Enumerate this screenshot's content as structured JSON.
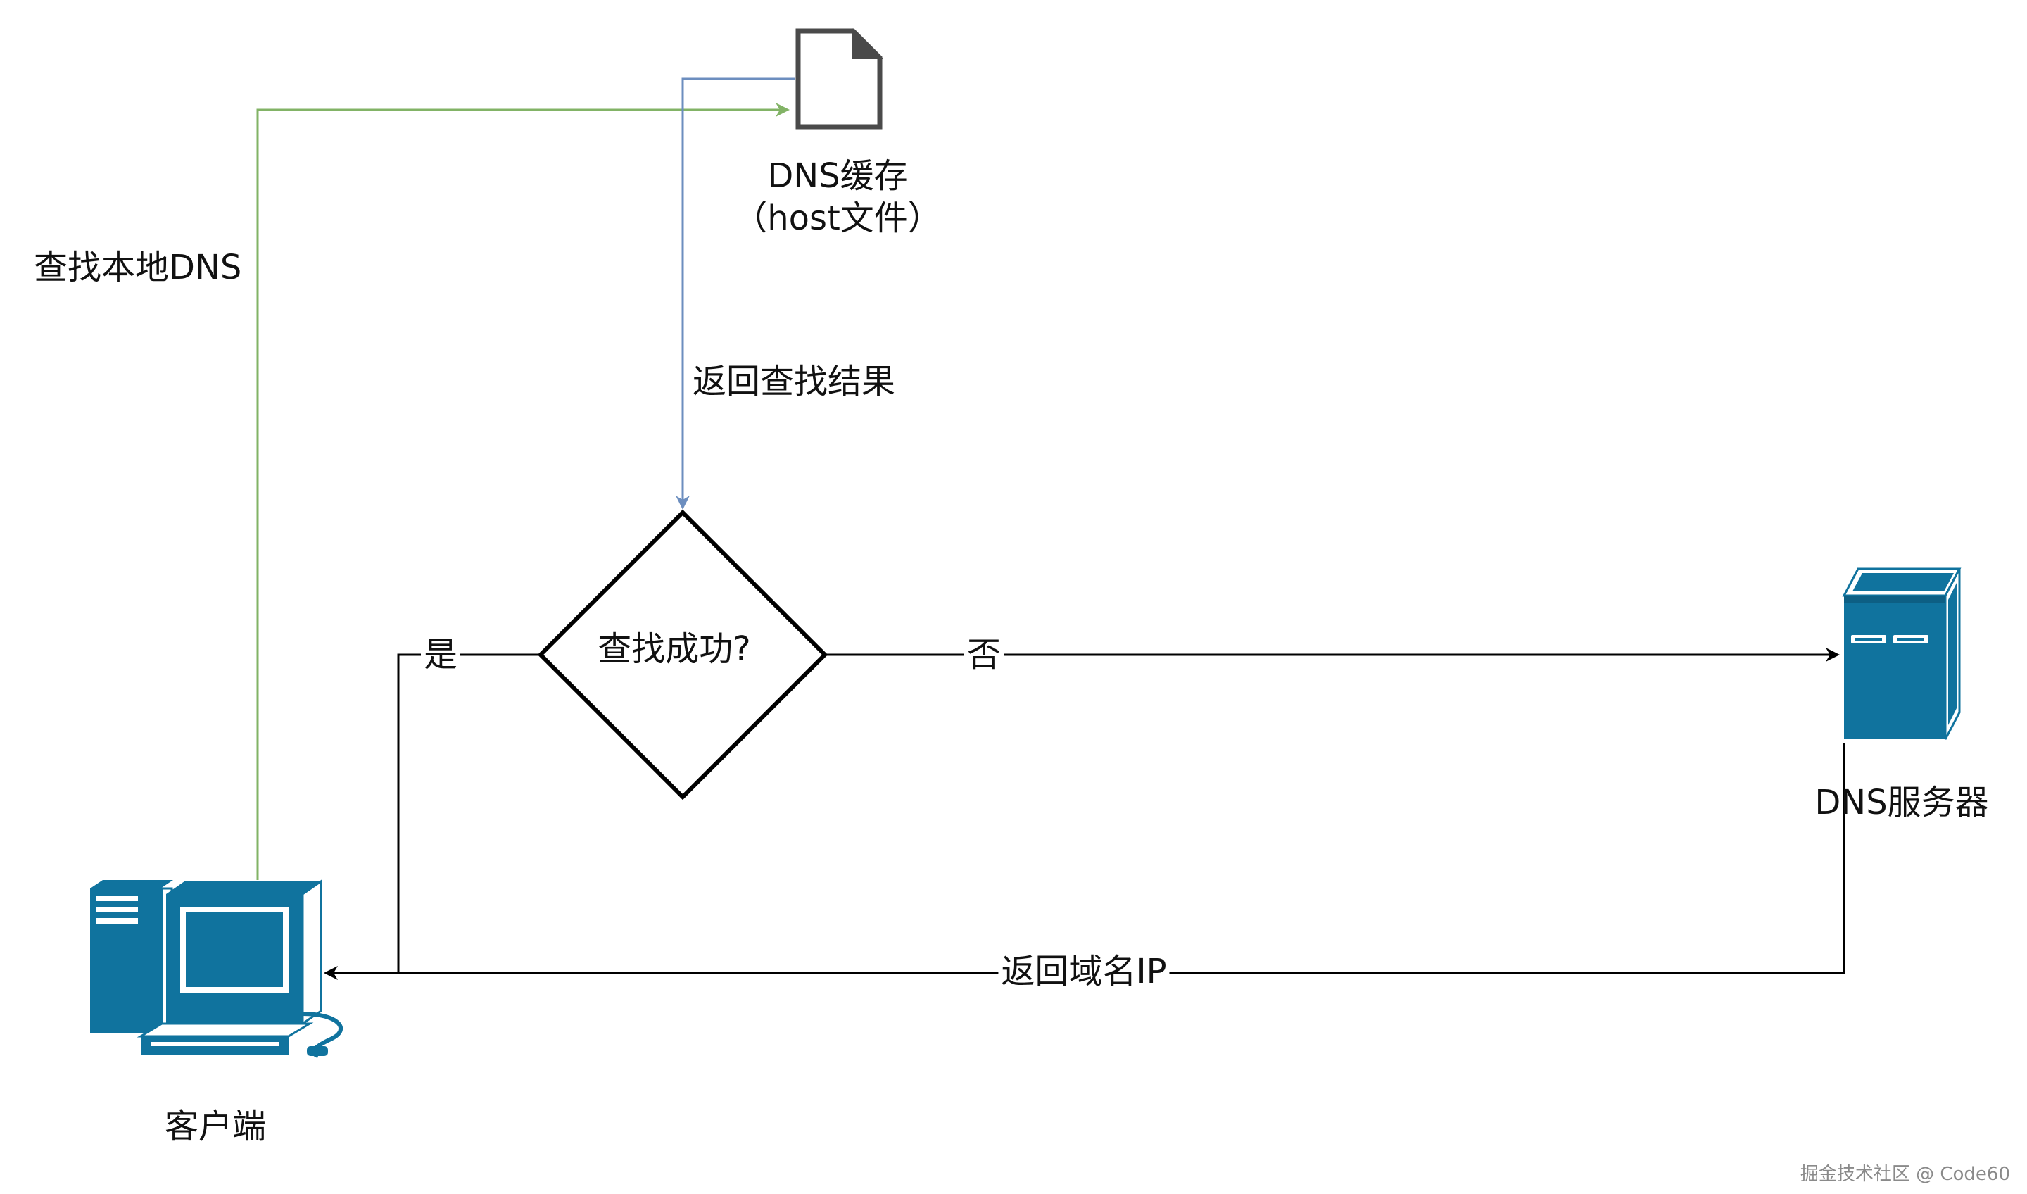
{
  "nodes": {
    "cache_file": {
      "title": "DNS缓存",
      "subtitle": "（host文件）"
    },
    "decision": {
      "label": "查找成功?"
    },
    "dns_server": {
      "label": "DNS服务器"
    },
    "client": {
      "label": "客户端"
    }
  },
  "edges": {
    "lookup_local": {
      "label": "查找本地DNS",
      "color": "#82B366"
    },
    "return_result": {
      "label": "返回查找结果",
      "color": "#6C8EBF"
    },
    "yes_branch": {
      "label": "是"
    },
    "no_branch": {
      "label": "否"
    },
    "return_ip": {
      "label": "返回域名IP"
    }
  },
  "colors": {
    "device_fill": "#10739E",
    "line": "#000000"
  },
  "icons": {
    "cache": "document-icon",
    "server": "server-tower-icon",
    "client": "desktop-computer-icon"
  },
  "watermark": "掘金技术社区 @ Code60"
}
